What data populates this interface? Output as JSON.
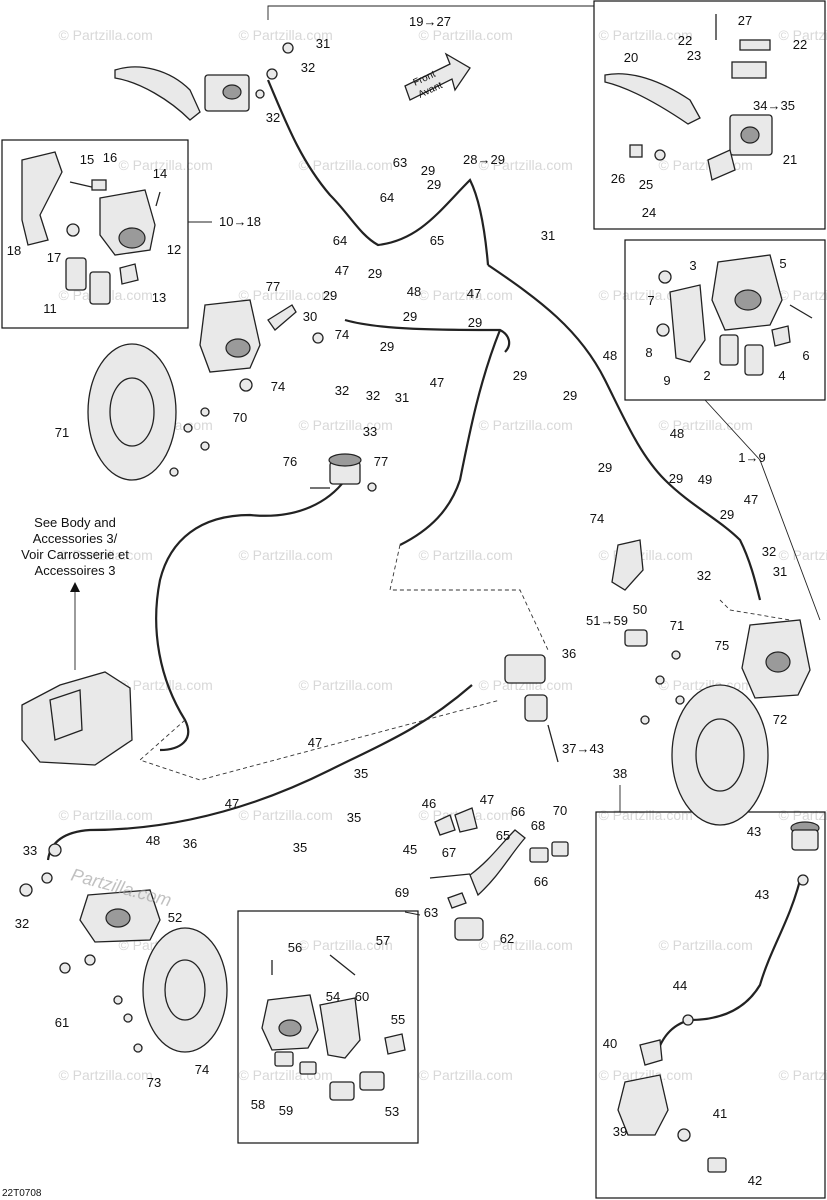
{
  "diagram": {
    "code": "22T0708",
    "watermark": "© Partzilla.com",
    "logo_text": "Partzilla.com",
    "front_label_1": "Front",
    "front_label_2": "Avant",
    "note_lines": [
      "See Body and",
      "Accessories 3/",
      "Voir Carrosserie et",
      "Accessoires 3"
    ],
    "callouts": [
      "1→9",
      "2",
      "3",
      "4",
      "5",
      "6",
      "7",
      "8",
      "9",
      "10→18",
      "11",
      "12",
      "13",
      "14",
      "15",
      "16",
      "17",
      "18",
      "19→27",
      "20",
      "21",
      "22",
      "22",
      "23",
      "24",
      "25",
      "26",
      "27",
      "28→29",
      "29",
      "29",
      "29",
      "29",
      "29",
      "29",
      "29",
      "29",
      "29",
      "29",
      "29",
      "29",
      "30",
      "31",
      "31",
      "31",
      "31",
      "32",
      "32",
      "32",
      "32",
      "32",
      "32",
      "32",
      "33",
      "33",
      "34→35",
      "35",
      "35",
      "35",
      "36",
      "36",
      "37→43",
      "38",
      "39",
      "40",
      "41",
      "42",
      "43",
      "43",
      "44",
      "45",
      "46",
      "47",
      "47",
      "47",
      "47",
      "47",
      "47",
      "47",
      "48",
      "48",
      "48",
      "48",
      "49",
      "50",
      "51→59",
      "52",
      "53",
      "54",
      "55",
      "56",
      "57",
      "58",
      "59",
      "60",
      "61",
      "62",
      "63",
      "63",
      "64",
      "64",
      "65",
      "65",
      "66",
      "66",
      "67",
      "68",
      "69",
      "70",
      "70",
      "71",
      "71",
      "72",
      "73",
      "74",
      "74",
      "74",
      "74",
      "75",
      "76",
      "77",
      "77"
    ]
  }
}
